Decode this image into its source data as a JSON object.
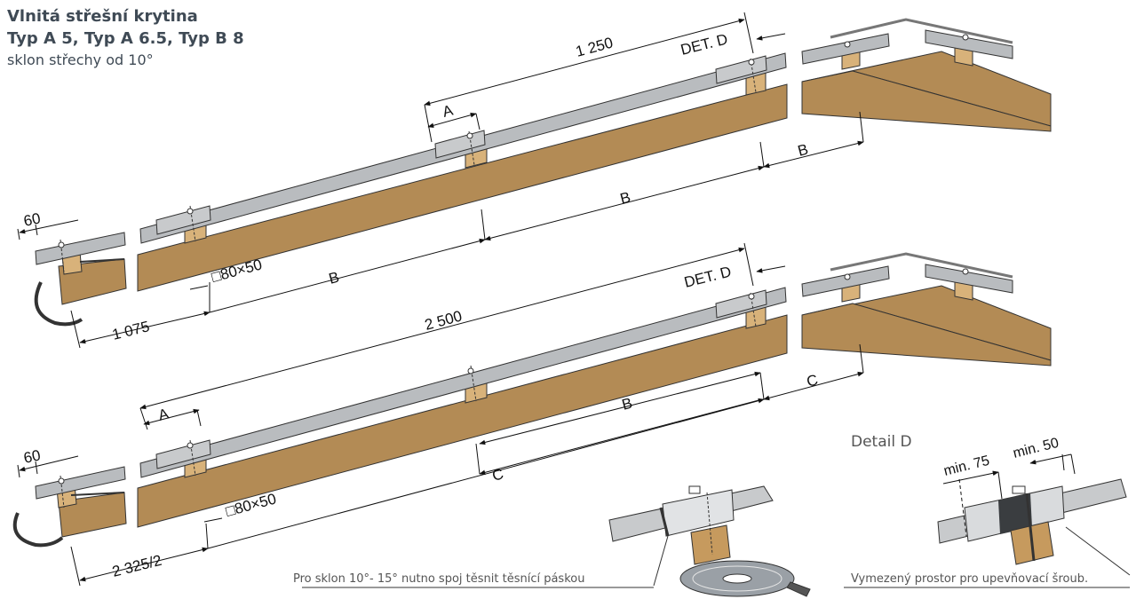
{
  "title": {
    "line1": "Vlnitá střešní krytina",
    "line2": "Typ A 5, Typ A 6.5, Typ B 8",
    "line3": "sklon střechy od 10°"
  },
  "top_diagram": {
    "dim_overhang": "60",
    "dim_eave": "1 075",
    "dim_sheet": "1 250",
    "dim_a": "A",
    "dim_b1": "B",
    "dim_b2": "B",
    "dim_b3": "B",
    "batten": "□80×50",
    "det": "DET. D"
  },
  "bottom_diagram": {
    "dim_overhang": "60",
    "dim_eave": "2 325/2",
    "dim_sheet": "2 500",
    "dim_a": "A",
    "dim_b": "B",
    "dim_c1": "C",
    "dim_c2": "C",
    "batten": "□80×50",
    "det": "DET. D"
  },
  "detail": {
    "title": "Detail D",
    "min75": "min. 75",
    "min50": "min. 50"
  },
  "notes": {
    "tape": "Pro sklon 10°- 15° nutno spoj těsnit těsnící páskou",
    "screw": "Vymezený prostor pro upevňovací šroub."
  },
  "colors": {
    "wood": "#b38b55",
    "sheet": "#b9bcbf",
    "sheet_dark": "#6f7479",
    "line": "#222222"
  }
}
